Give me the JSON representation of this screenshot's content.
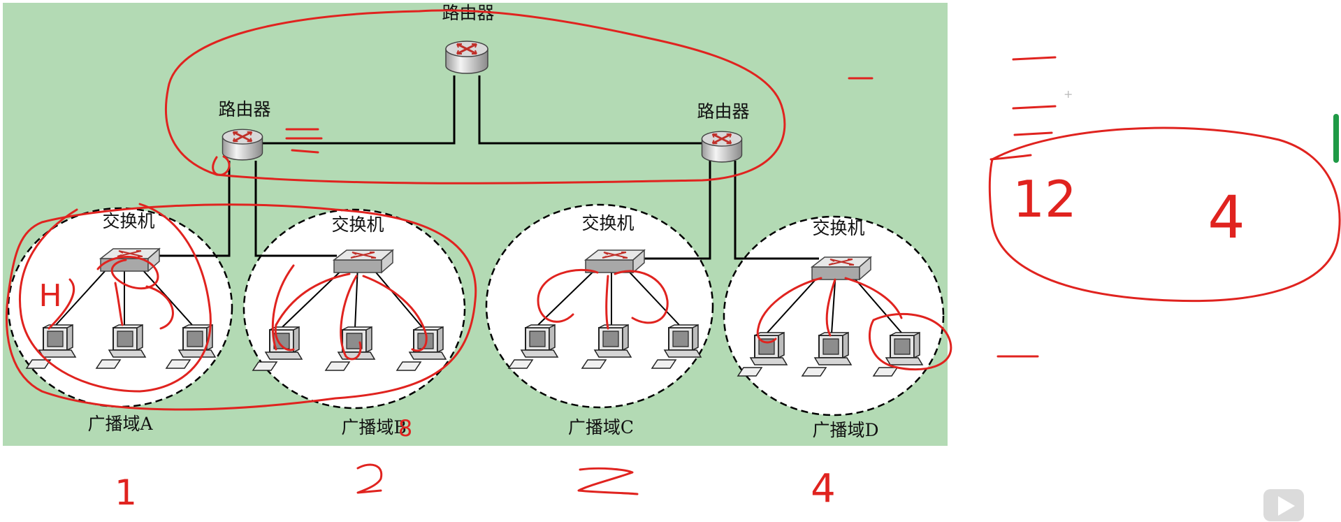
{
  "diagram": {
    "routers": {
      "top": {
        "label": "路由器"
      },
      "left": {
        "label": "路由器"
      },
      "right": {
        "label": "路由器"
      }
    },
    "domains": [
      {
        "id": "A",
        "switch_label": "交换机",
        "domain_label": "广播域A"
      },
      {
        "id": "B",
        "switch_label": "交换机",
        "domain_label": "广播域B"
      },
      {
        "id": "C",
        "switch_label": "交换机",
        "domain_label": "广播域C"
      },
      {
        "id": "D",
        "switch_label": "交换机",
        "domain_label": "广播域D"
      }
    ]
  },
  "annotations": {
    "bottom_numbers": [
      "1",
      "2",
      "3",
      "4"
    ],
    "domain_a_note": "H",
    "domain_b_overwrite": "8",
    "right_numbers": [
      "12",
      "4"
    ]
  },
  "colors": {
    "diagram_background": "#b3dab4",
    "annotation_ink": "#e0231f"
  },
  "player": {
    "icon": "play-icon"
  }
}
